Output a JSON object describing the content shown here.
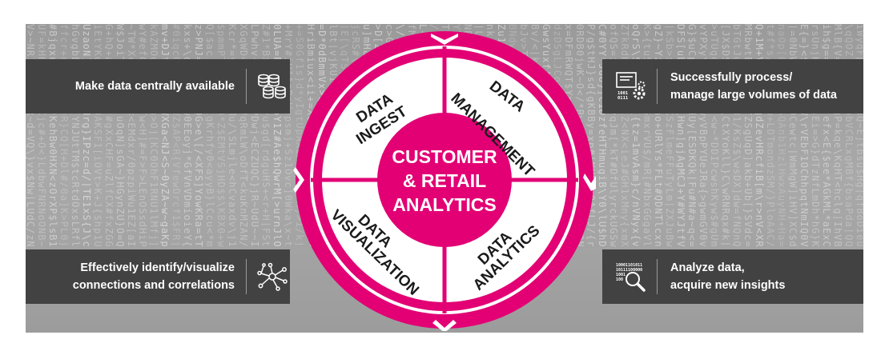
{
  "colors": {
    "magenta": "#e20074",
    "panel": "#424242",
    "background": "#a3a3a3"
  },
  "center": {
    "line1": "CUSTOMER",
    "line2": "& RETAIL",
    "line3": "ANALYTICS"
  },
  "quadrants": {
    "ingest": {
      "line1": "DATA",
      "line2": "INGEST"
    },
    "management": {
      "line1": "DATA",
      "line2": "MANAGEMENT"
    },
    "analytics": {
      "line1": "DATA",
      "line2": "ANALYTICS"
    },
    "visualization": {
      "line1": "DATA",
      "line2": "VISUALIZATION"
    }
  },
  "boxes": {
    "top_left": {
      "line1": "Make data centrally available",
      "icon": "database-icon"
    },
    "top_right": {
      "line1": "Successfully process/",
      "line2": "manage large volumes of data",
      "icon": "data-processing-icon"
    },
    "bottom_left": {
      "line1": "Effectively identify/visualize",
      "line2": "connections and correlations",
      "icon": "network-icon"
    },
    "bottom_right": {
      "line1": "Analyze data,",
      "line2": "acquire new insights",
      "icon": "binary-search-icon"
    }
  }
}
